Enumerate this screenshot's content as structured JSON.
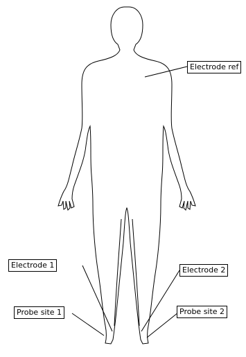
{
  "labels": {
    "electrode_ref": "Electrode ref",
    "electrode_1": "Electrode 1",
    "electrode_2": "Electrode 2",
    "probe_site_1": "Probe site 1",
    "probe_site_2": "Probe site 2"
  },
  "colors": {
    "outline": "#000000",
    "background": "#ffffff"
  }
}
